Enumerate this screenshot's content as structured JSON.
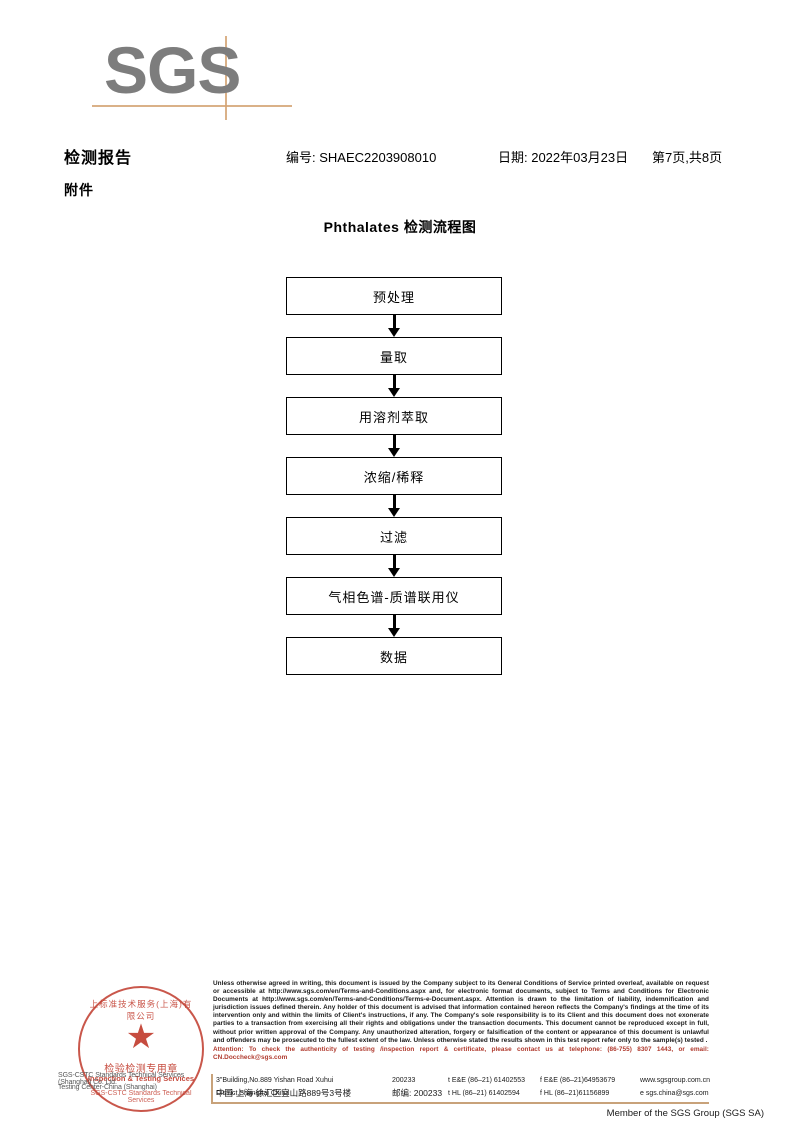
{
  "logo": {
    "text": "SGS"
  },
  "header": {
    "title": "检测报告",
    "attachment_label": "附件",
    "report_no": "编号: SHAEC2203908010",
    "date": "日期: 2022年03月23日",
    "page": "第7页,共8页"
  },
  "flowchart": {
    "title": "Phthalates 检测流程图",
    "steps": [
      {
        "label": "预处理"
      },
      {
        "label": "量取"
      },
      {
        "label": "用溶剂萃取"
      },
      {
        "label": "浓缩/稀释"
      },
      {
        "label": "过滤"
      },
      {
        "label": "气相色谱-质谱联用仪"
      },
      {
        "label": "数据"
      }
    ]
  },
  "seal": {
    "arc_top": "上标准技术服务(上海)有限公司",
    "star": "★",
    "center_cn": "检验检测专用章",
    "center_en": "Inspection & Testing Services",
    "arc_bottom": "SGS-CSTC Standards Technical Services",
    "company_line_1": "SGS-CSTC Standards Technical Services (Shanghai) Co. Ltd.",
    "company_line_2": "Testing Center-China (Shanghai)"
  },
  "footer": {
    "legal_text": "Unless otherwise agreed in writing, this document is issued by the Company subject to its General Conditions of Service printed overleaf, available on request or accessible at http://www.sgs.com/en/Terms-and-Conditions.aspx and, for electronic format documents, subject to Terms and Conditions for Electronic Documents at http://www.sgs.com/en/Terms-and-Conditions/Terms-e-Document.aspx. Attention is drawn to the limitation of liability, indemnification and jurisdiction issues defined therein. Any holder of this document is advised that information contained hereon reflects the Company's findings at the time of its intervention only and within the limits of Client's instructions, if any. The Company's sole responsibility is to its Client and this document does not exonerate parties to a transaction from exercising all their rights and obligations under the transaction documents. This document cannot be reproduced except in full, without prior written approval of the Company. Any unauthorized alteration, forgery or falsification of the content or appearance of this document is unlawful and offenders may be prosecuted to the fullest extent of the law. Unless otherwise stated the results shown in this test report refer only to the sample(s) tested .",
    "attention_text": "Attention: To check the authenticity of testing /inspection report & certificate, please contact us at telephone: (86-755) 8307 1443, or email: CN.Doccheck@sgs.com",
    "address_en": "3\"Building,No.889 Yishan Road Xuhui District,Shanghai China",
    "postcode_en": "200233",
    "address_cn": "中国·上海·徐汇区宜山路889号3号楼",
    "postcode_cn": "邮编: 200233",
    "tel_ee": "t E&E (86–21) 61402553",
    "fax_ee": "f E&E (86–21)64953679",
    "tel_hl": "t HL (86–21) 61402594",
    "fax_hl": "f HL (86–21)61156899",
    "website": "www.sgsgroup.com.cn",
    "email": "e  sgs.china@sgs.com",
    "member": "Member of the SGS Group (SGS SA)"
  },
  "colors": {
    "logo_gray": "#7d7d7d",
    "rule_tan": "#c8a27a",
    "seal_red": "#c0392b",
    "attention_red": "#b03a2e"
  }
}
